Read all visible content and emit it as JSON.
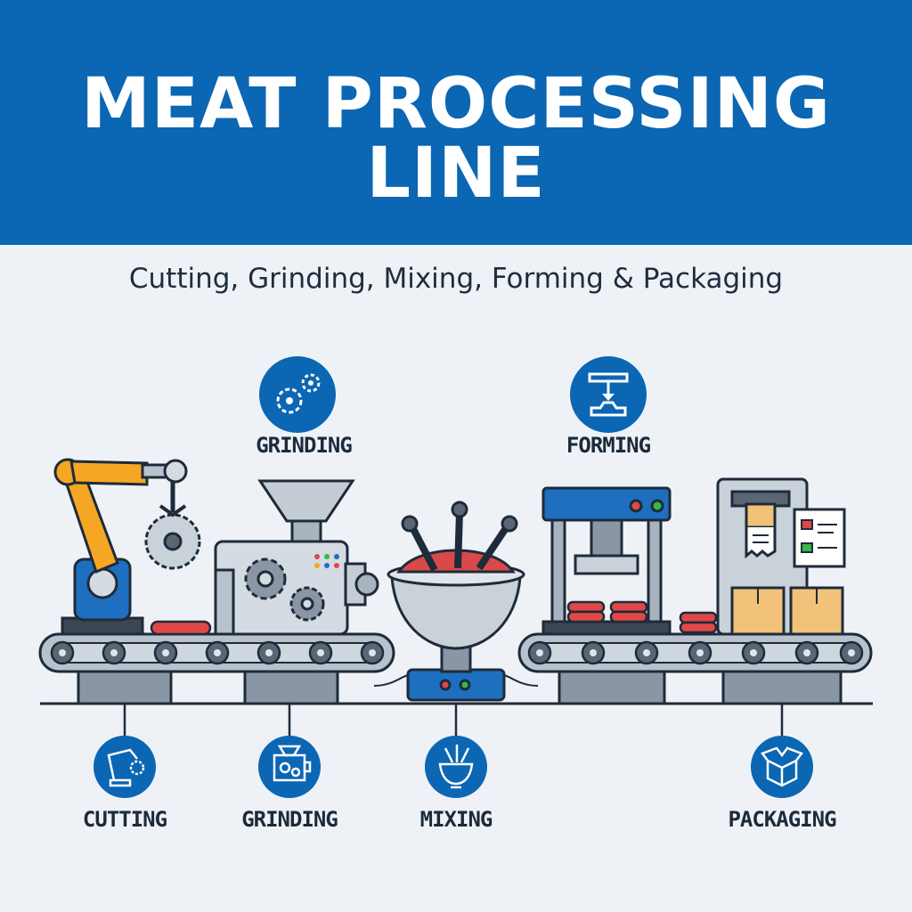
{
  "header": {
    "title": "MEAT PROCESSING LINE",
    "subtitle": "Cutting, Grinding, Mixing, Forming & Packaging"
  },
  "top_stages": [
    {
      "label": "GRINDING",
      "icon": "gears-icon"
    },
    {
      "label": "FORMING",
      "icon": "press-icon"
    }
  ],
  "bottom_stages": [
    {
      "label": "CUTTING",
      "icon": "robot-arm-icon"
    },
    {
      "label": "GRINDING",
      "icon": "grinder-icon"
    },
    {
      "label": "MIXING",
      "icon": "mixer-bowl-icon"
    },
    {
      "label": "PACKAGING",
      "icon": "open-box-icon"
    }
  ],
  "colors": {
    "banner": "#0b66b3",
    "icon_circle": "#0b66b3",
    "background": "#eef2f6",
    "robot_arm": "#f5a623",
    "patty": "#e04848",
    "box": "#f2c27a",
    "indicator_green": "#39b54a"
  }
}
